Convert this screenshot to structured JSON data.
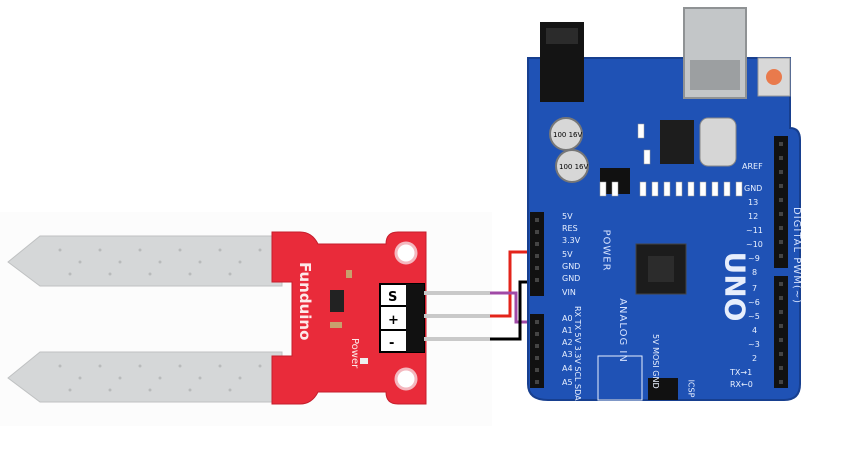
{
  "sensor": {
    "brand": "Funduino",
    "power_label": "Power",
    "pins": [
      "S",
      "+",
      "-"
    ]
  },
  "arduino": {
    "model": "UNO",
    "digital_label": "DIGITAL PWM(~)",
    "power_label": "POWER",
    "analog_label": "ANALOG IN",
    "power_pins": [
      "5V",
      "RES",
      "3.3V",
      "5V",
      "GND",
      "GND",
      "VIN"
    ],
    "analog_pins": [
      "A0",
      "A1",
      "A2",
      "A3",
      "A4",
      "A5"
    ],
    "digital_pins": [
      "AREF",
      "GND",
      "13",
      "12",
      "~11",
      "~10",
      "~9",
      "8",
      "7",
      "~6",
      "~5",
      "4",
      "~3",
      "2",
      "TX→1",
      "RX←0"
    ],
    "icsp_label": "ICSP",
    "cap_label": "100 16V",
    "ic_pins_label": "5V MOSI GND",
    "tx_rx_label": "RX TX 5V 3.3V SCL SDA"
  },
  "wires": [
    {
      "color": "#e3241b",
      "from": "+",
      "to": "5V"
    },
    {
      "color": "#a04aa6",
      "from": "S",
      "to": "A0"
    },
    {
      "color": "#000000",
      "from": "-",
      "to": "GND"
    }
  ]
}
